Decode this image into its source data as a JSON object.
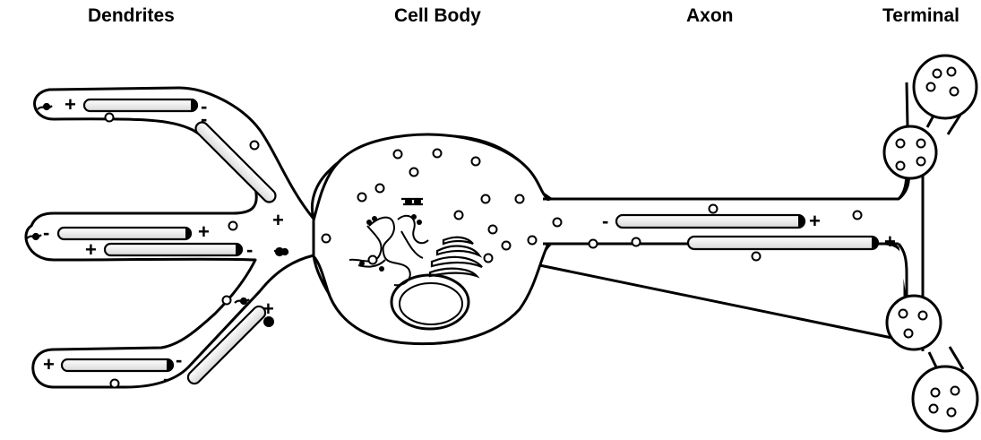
{
  "labels": {
    "dendrites": "Dendrites",
    "cell_body": "Cell Body",
    "axon": "Axon",
    "terminal": "Terminal"
  },
  "polarity": {
    "plus": "+",
    "minus": "-"
  }
}
